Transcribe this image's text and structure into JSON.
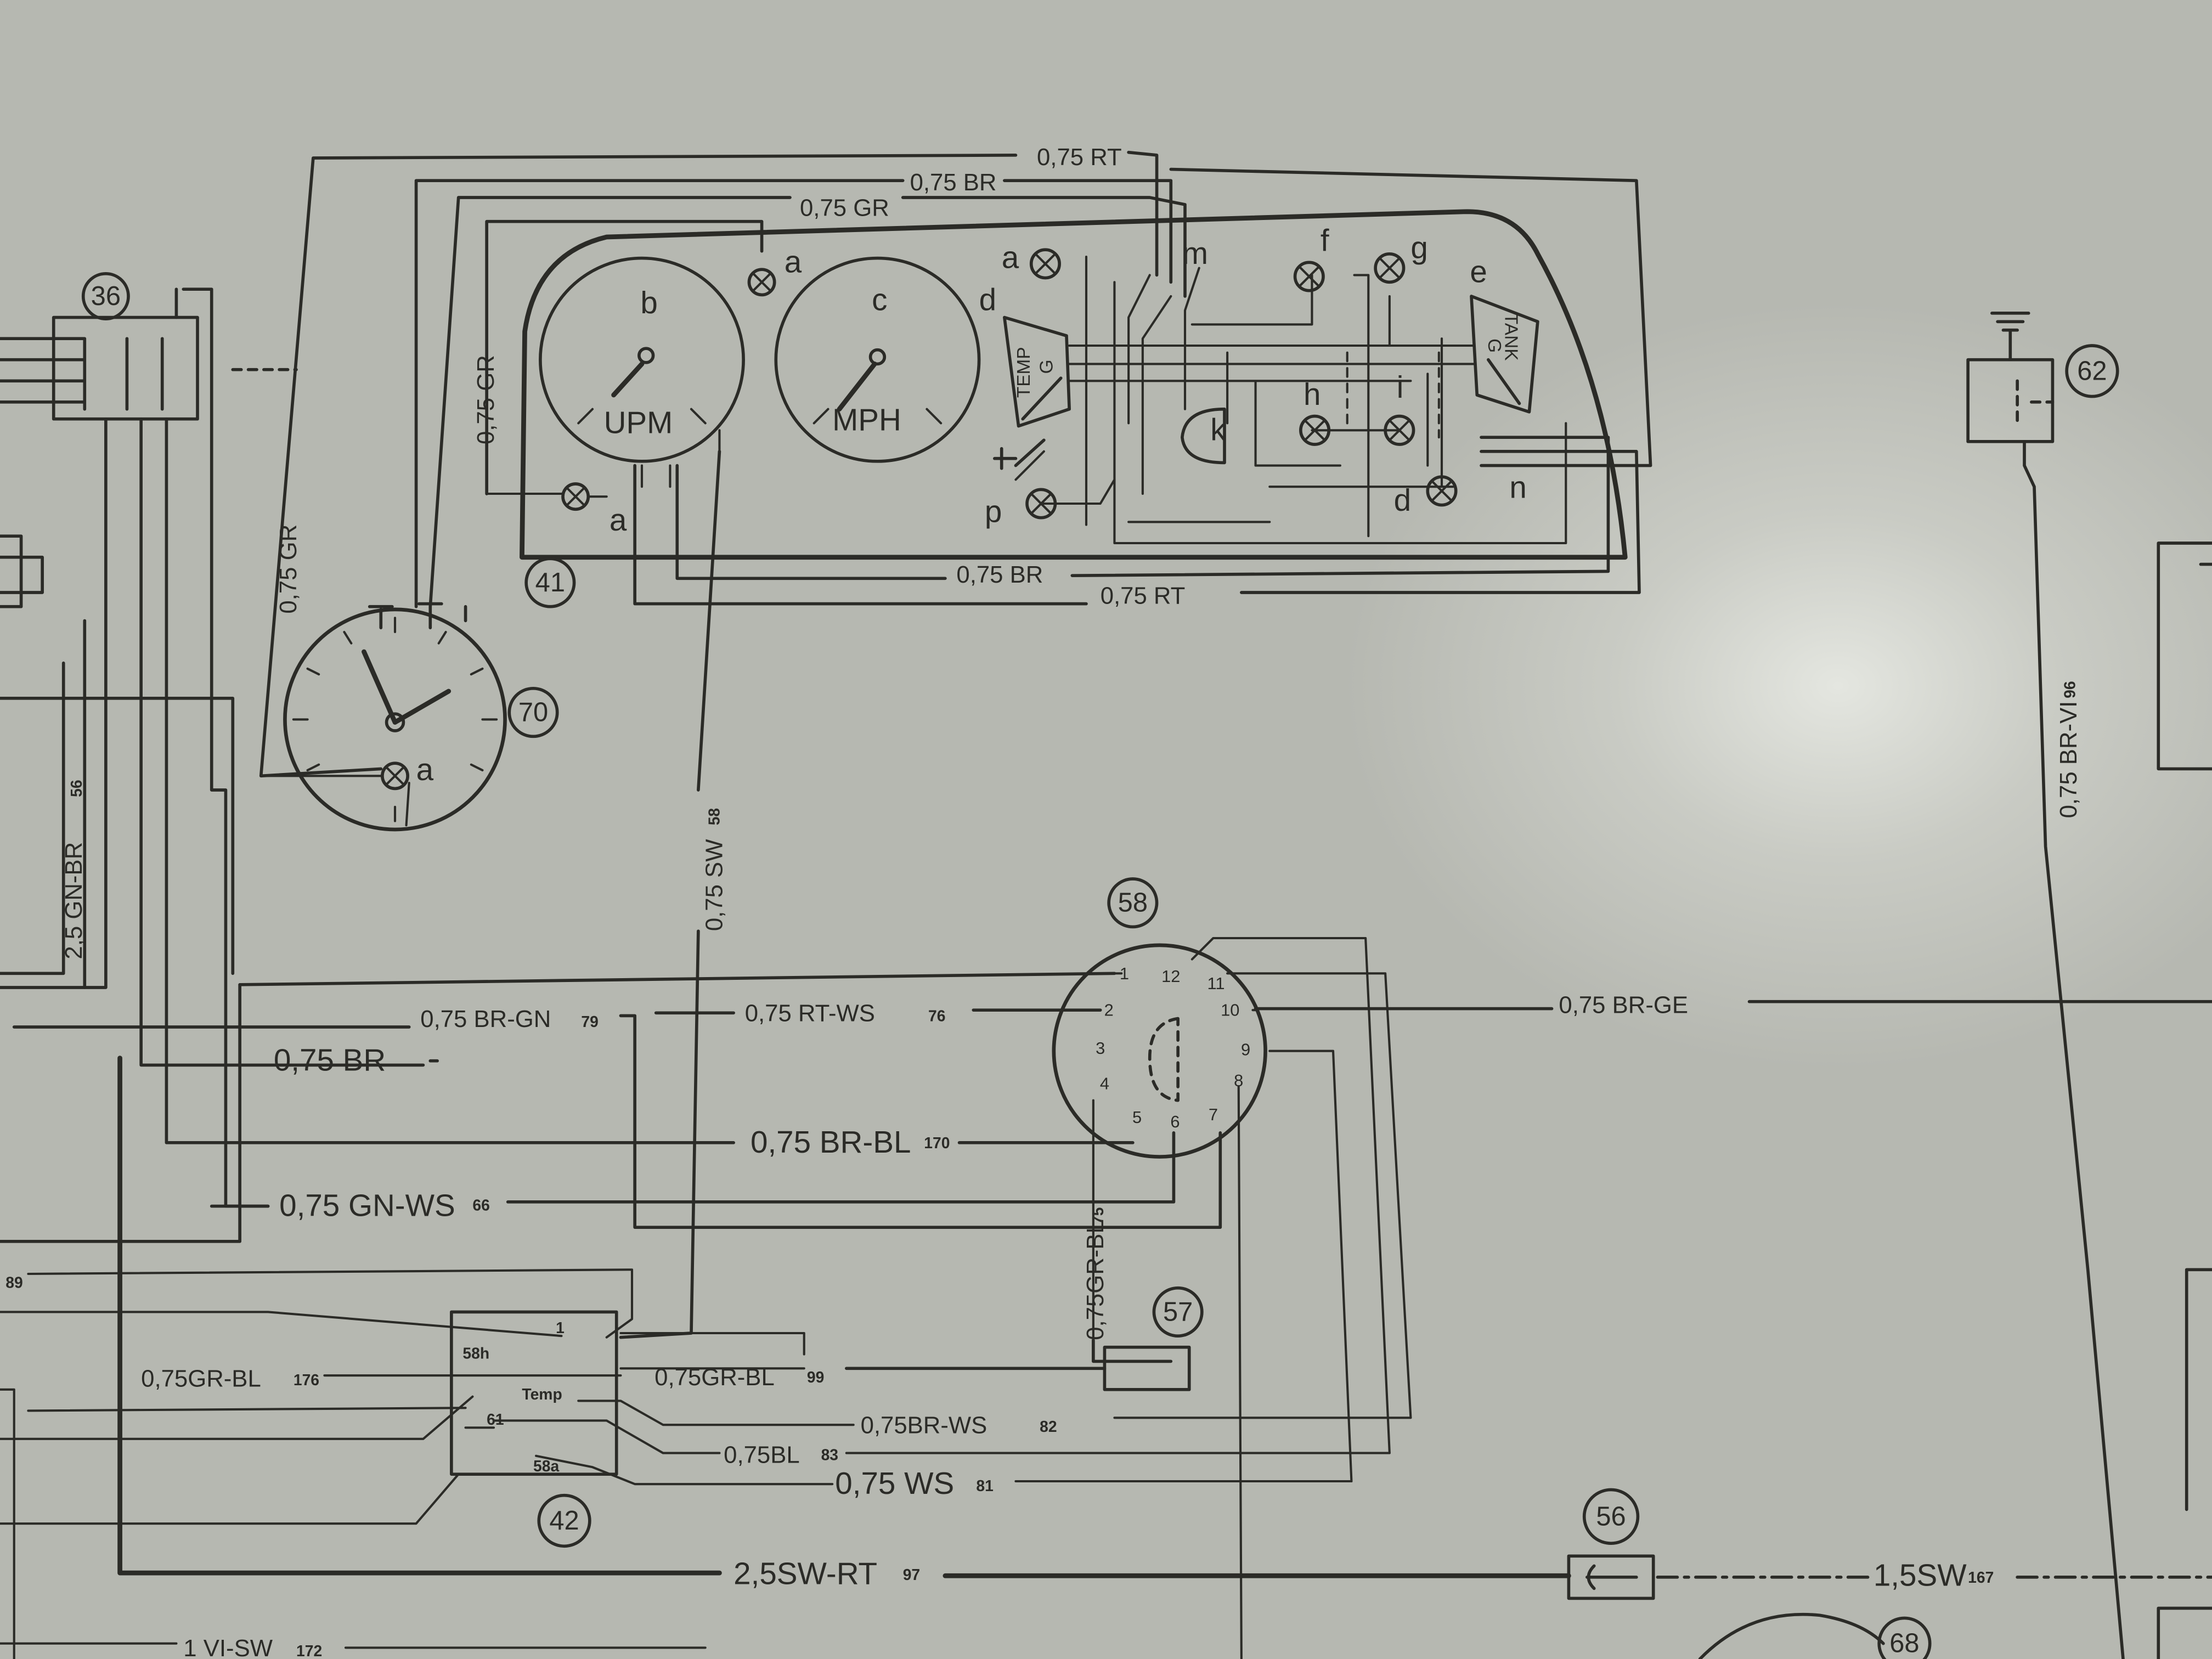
{
  "components": {
    "c36": "36",
    "c41": "41",
    "c70": "70",
    "c62": "62",
    "c58": "58",
    "c57": "57",
    "c42": "42",
    "c56": "56",
    "c68": "68"
  },
  "gauges": {
    "rev_letter": "b",
    "rev_label": "UPM",
    "speed_letter": "c",
    "speed_label": "MPH",
    "temp_label": "TEMP",
    "temp_g": "G",
    "tank_label": "TANK",
    "tank_g": "G"
  },
  "cluster_letters": {
    "a_top": "a",
    "a_left": "a",
    "a_bottom": "a",
    "d_left": "d",
    "m": "m",
    "f": "f",
    "g": "g",
    "e": "e",
    "h": "h",
    "i": "i",
    "k": "k",
    "p": "p",
    "d_right": "d",
    "n": "n",
    "clock_a": "a"
  },
  "wires": {
    "top_rt": "0,75 RT",
    "top_br": "0,75 BR",
    "top_gr": "0,75 GR",
    "side_gr_inner": "0,75 GR",
    "side_gr_outer": "0,75 GR",
    "bottom_br": "0,75 BR",
    "bottom_rt": "0,75 RT",
    "sw_vertical": "0,75 SW",
    "sw_vertical_num": "58",
    "gn_br_vertical": "2,5 GN-BR",
    "gn_br_vertical_num": "56",
    "br_gn": "0,75 BR-GN",
    "br_gn_num": "79",
    "rt_ws": "0,75 RT-WS",
    "rt_ws_num": "76",
    "br_left": "0,75 BR",
    "br_bl": "0,75 BR-BL",
    "br_bl_num": "170",
    "gn_ws": "0,75 GN-WS",
    "gn_ws_num": "66",
    "gr_bl_vertical": "0,75GR-BL",
    "gr_bl_vertical_num": "75",
    "br_ge": "0,75 BR-GE",
    "br_vi_vertical": "0,75 BR-VI",
    "br_vi_vertical_num": "96",
    "num_89": "89",
    "gr_bl_left": "0,75GR-BL",
    "gr_bl_left_num": "176",
    "gr_bl_right": "0,75GR-BL",
    "gr_bl_right_num": "99",
    "br_ws": "0,75BR-WS",
    "br_ws_num": "82",
    "bl": "0,75BL",
    "bl_num": "83",
    "ws": "0,75 WS",
    "ws_num": "81",
    "sw_rt": "2,5SW-RT",
    "sw_rt_num": "97",
    "sw_15": "1,5SW",
    "sw_15_num": "167",
    "vi_sw": "1 VI-SW",
    "vi_sw_num": "172"
  },
  "connector_58_pins": [
    "1",
    "2",
    "3",
    "4",
    "5",
    "6",
    "7",
    "8",
    "9",
    "10",
    "11",
    "12"
  ],
  "relay_42_terminals": [
    "1",
    "58h",
    "Temp",
    "61",
    "58a"
  ]
}
